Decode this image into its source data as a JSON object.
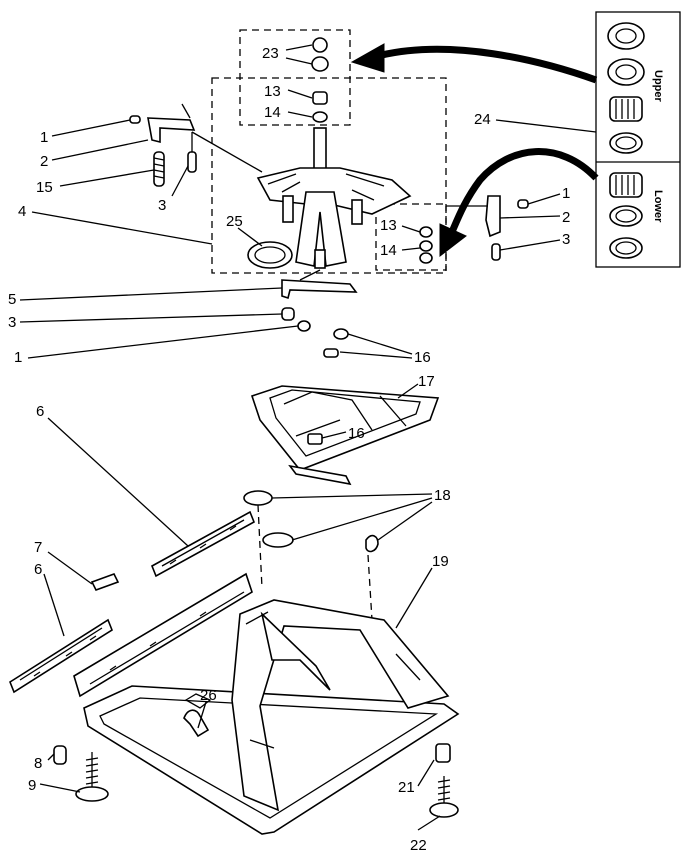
{
  "labels": {
    "n23": "23",
    "n13a": "13",
    "n14a": "14",
    "n24": "24",
    "n1a": "1",
    "n2a": "2",
    "n15": "15",
    "n3a": "3",
    "n4": "4",
    "n25": "25",
    "n13b": "13",
    "n14b": "14",
    "n1b": "1",
    "n2b": "2",
    "n3b": "3",
    "n5": "5",
    "n3c": "3",
    "n1c": "1",
    "n16a": "16",
    "n17": "17",
    "n16b": "16",
    "n6a": "6",
    "n18": "18",
    "n7": "7",
    "n6b": "6",
    "n19": "19",
    "n26": "26",
    "n8": "8",
    "n9": "9",
    "n21": "21",
    "n22": "22"
  },
  "kit": {
    "upper": "Upper",
    "lower": "Lower"
  },
  "colors": {
    "ink": "#000000",
    "paper": "#ffffff"
  }
}
